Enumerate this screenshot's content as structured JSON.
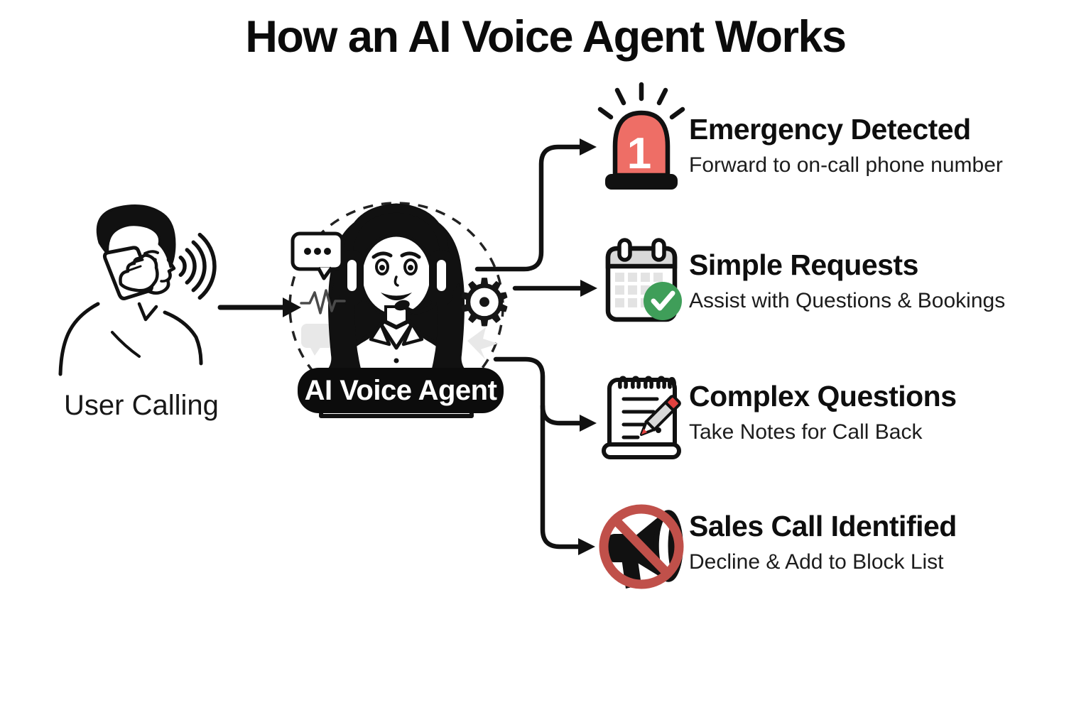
{
  "title": "How an AI Voice Agent Works",
  "caller": {
    "label": "User Calling"
  },
  "agent": {
    "label": "AI Voice Agent"
  },
  "outcomes": [
    {
      "title": "Emergency Detected",
      "subtitle": "Forward to on-call phone number",
      "badge": "1"
    },
    {
      "title": "Simple Requests",
      "subtitle": "Assist with Questions & Bookings"
    },
    {
      "title": "Complex Questions",
      "subtitle": "Take Notes for Call Back"
    },
    {
      "title": "Sales Call Identified",
      "subtitle": "Decline & Add to Block List"
    }
  ],
  "icons": {
    "gear": "⚙"
  },
  "colors": {
    "siren_red": "#ee6e66",
    "check_green": "#3f9e59",
    "pencil_red": "#e2413f",
    "block_red": "#c0504a",
    "ink": "#111111"
  }
}
